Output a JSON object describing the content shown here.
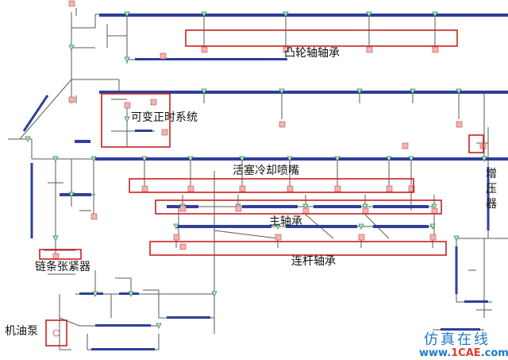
{
  "labels": {
    "cam_bearing": "凸轮轴轴承",
    "vvt": "可变正时系统",
    "piston_jet": "活塞冷却喷嘴",
    "main_bearing": "主轴承",
    "conrod_bearing": "连杆轴承",
    "chain_tensioner": "链条张紧器",
    "turbo_1": "增",
    "turbo_2": "压",
    "turbo_3": "器",
    "oil_pump": "机油泵"
  },
  "watermark": {
    "cn": "仿真在线",
    "url_prefix": "www.",
    "url_brand": "1CAE",
    "url_suffix": ".com"
  },
  "colors": {
    "pipe_line": "#5a5a5a",
    "pipe_blue": "#2f3f9a",
    "node_green": "#2e8b57",
    "highlight_box": "#cc1f1f",
    "terminal_pink": "#f2b3b3",
    "watermark_blue": "#1f79c9"
  }
}
